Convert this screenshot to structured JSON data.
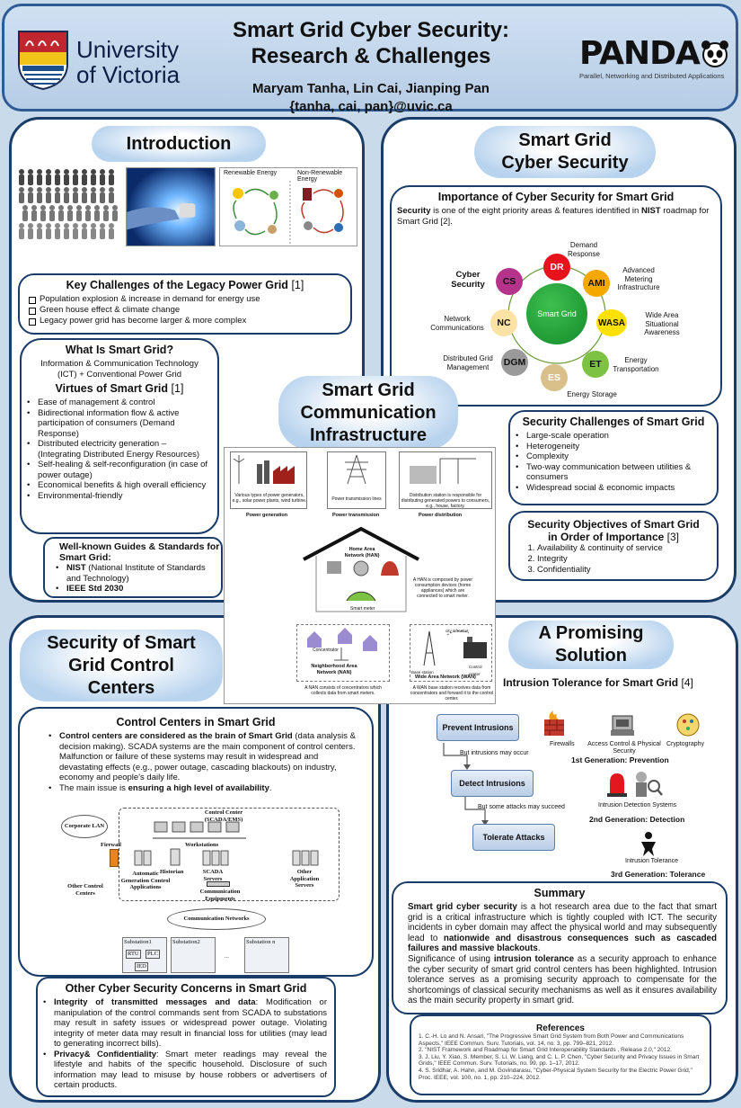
{
  "header": {
    "university": [
      "University",
      "of Victoria"
    ],
    "title_lines": [
      "Smart Grid Cyber Security:",
      "Research & Challenges"
    ],
    "authors": "Maryam Tanha, Lin Cai, Jianping Pan",
    "emails": "{tanha, cai, pan}@uvic.ca",
    "lab_logo": "PANDA",
    "lab_name": "Parallel, Networking and Distributed Applications"
  },
  "intro": {
    "title": "Introduction",
    "energy_labels": [
      "Renewable Energy",
      "Non-Renewable Energy"
    ],
    "challenges_title": "Key Challenges of the Legacy Power Grid",
    "challenges_ref": "[1]",
    "challenges": [
      "Population explosion & increase in demand for energy use",
      "Green house effect & climate change",
      "Legacy power grid has become larger & more complex"
    ],
    "what_title": "What Is Smart Grid?",
    "what_text": "Information & Communication Technology (ICT) + Conventional Power Grid",
    "virtues_title": "Virtues of Smart Grid",
    "virtues_ref": "[1]",
    "virtues": [
      "Ease of management & control",
      "Bidirectional information flow & active participation of consumers (Demand Response)",
      "Distributed electricity generation – (Integrating Distributed Energy Resources)",
      "Self-healing & self-reconfiguration (in case of power outage)",
      "Economical benefits & high overall efficiency",
      "Environmental-friendly"
    ],
    "guides_title": "Well-known Guides & Standards for Smart Grid:",
    "guides": [
      {
        "bold": "NIST",
        "text": " (National Institute of Standards and Technology)"
      },
      {
        "bold": "IEEE Std 2030",
        "text": ""
      }
    ]
  },
  "cyber": {
    "title_lines": [
      "Smart Grid",
      "Cyber Security"
    ],
    "importance_title": "Importance of Cyber Security for Smart Grid",
    "importance_text_1": "Security",
    "importance_text_2": " is one of the eight priority areas & features identified in ",
    "importance_text_3": "NIST",
    "importance_text_4": " roadmap for Smart Grid [2].",
    "center_label": "Smart Grid",
    "nodes": [
      {
        "abbr": "DR",
        "label": "Demand Response",
        "color": "#e8121c"
      },
      {
        "abbr": "AMI",
        "label": "Advanced Metering Infrastructure",
        "color": "#f5a800"
      },
      {
        "abbr": "WASA",
        "label": "Wide Area Situational Awareness",
        "color": "#ffe100"
      },
      {
        "abbr": "ET",
        "label": "Energy Transportation",
        "color": "#7dc242"
      },
      {
        "abbr": "ES",
        "label": "Energy Storage",
        "color": "#d9c08a"
      },
      {
        "abbr": "DGM",
        "label": "Distributed Grid Management",
        "color": "#9a9a9a"
      },
      {
        "abbr": "NC",
        "label": "Network Communications",
        "color": "#fde2a6"
      },
      {
        "abbr": "CS",
        "label": "Cyber Security",
        "color": "#b5338a"
      }
    ],
    "challenges_title": "Security Challenges of Smart Grid",
    "challenges": [
      "Large-scale operation",
      "Heterogeneity",
      "Complexity",
      "Two-way communication between utilities & consumers",
      "Widespread social & economic impacts"
    ],
    "objectives_title_1": "Security Objectives of Smart Grid",
    "objectives_title_2": "in Order of Importance",
    "objectives_ref": "[3]",
    "objectives": [
      "Availability & continuity of service",
      "Integrity",
      "Confidentiality"
    ]
  },
  "comm": {
    "title_lines": [
      "Smart Grid",
      "Communication",
      "Infrastructure"
    ],
    "stages": [
      "Power generation",
      "Power transmission",
      "Power distribution"
    ],
    "stage_notes": [
      "Various types of power generators, e.g., solar power plants, wind turbine.",
      "Power transmission lines",
      "Distribution station is responsible for distributing generated powers to consumers, e.g., house, factory."
    ],
    "han_title": "Home Area Network (HAN)",
    "han_note": "A HAN is composed by power consumption devices (home appliances) which are connected to smart meter.",
    "smart_meter": "Smart meter",
    "nan_title": "Neighborhood Area Network (NAN)",
    "concentrator": "Concentrator",
    "nan_note": "A NAN consists of concentrators which collects data from smart meters.",
    "wan_title": "Wide Area Network (WAN)",
    "base_station": "Base station",
    "control_center": "Control center",
    "city_infra": "city infrastrut",
    "wan_note": "A WAN base station receives data from concentrators and forward it to the control center."
  },
  "control": {
    "title_lines": [
      "Security of Smart",
      "Grid Control",
      "Centers"
    ],
    "box_title": "Control Centers in Smart Grid",
    "p1_bold": "Control centers are considered as the brain of Smart Grid",
    "p1_rest": " (data analysis & decision making). SCADA systems are the main component of control centers. Malfunction or failure of these systems may result in widespread and devastating effects (e.g., power outage, cascading blackouts) on industry, economy and people's daily life.",
    "p2_pre": "The main issue is ",
    "p2_bold": "ensuring a high level of availability",
    "p2_post": ".",
    "diag": {
      "cc": "Control Center (SCADA/EMS)",
      "corp": "Corporate LAN",
      "firewall": "Firewall",
      "ws": "Workstations",
      "agc": "Automatic Generation Control Applications",
      "hist": "Historian",
      "scada": "SCADA Servers",
      "other_app": "Other Application Servers",
      "other_cc": "Other Control Centers",
      "comm_eq": "Communication Equipments",
      "comm_net": "Communication Networks",
      "subs": [
        "Substation1",
        "Substation2",
        "...",
        "Substation n"
      ],
      "rtu": "RTU",
      "plc": "PLC",
      "ied": "IED"
    },
    "other_title": "Other Cyber Security Concerns in Smart Grid",
    "o1_bold": "Integrity of transmitted messages and data",
    "o1_rest": ": Modification or manipulation of the control commands sent from SCADA to substations may result in safety issues or widespread power outage. Violating integrity of meter data may result in financial loss for utilities (may lead to generating incorrect bills).",
    "o2_bold": "Privacy& Confidentiality",
    "o2_rest": ": Smart meter readings may reveal the lifestyle and habits of the specific household. Disclosure of such information may lead to misuse by house robbers or advertisers of certain products."
  },
  "solution": {
    "title_lines": [
      "A Promising",
      "Solution"
    ],
    "subtitle": "Intrusion Tolerance for Smart Grid",
    "subtitle_ref": "[4]",
    "steps": [
      "Prevent Intrusions",
      "Detect Intrusions",
      "Tolerate Attacks"
    ],
    "arrows": [
      "But intrusions may occur",
      "But some attacks may succeed"
    ],
    "gen1_items": [
      "Firewalls",
      "Access Control & Physical Security",
      "Cryptography"
    ],
    "gen1": "1st Generation: Prevention",
    "gen2_items": [
      "Intrusion Detection Systems"
    ],
    "gen2": "2nd Generation: Detection",
    "gen3_items": [
      "Intrusion Tolerance"
    ],
    "gen3": "3rd Generation: Tolerance",
    "summary_title": "Summary",
    "s1_bold": "Smart grid cyber security",
    "s1_a": " is a hot research area due to the fact that smart grid is a critical infrastructure which is tightly coupled with ICT. The security incidents in cyber domain may affect the physical world and may subsequently lead to ",
    "s1_bold2": "nationwide and disastrous consequences such as cascaded failures and massive blackouts",
    "s1_b": ".",
    "s2_a": "Significance of using ",
    "s2_bold": "intrusion tolerance",
    "s2_b": " as a security approach to enhance the cyber security of smart grid control centers has been highlighted. Intrusion tolerance serves as a promising security approach to compensate for the shortcomings of classical security mechanisms as well as it ensures availability as the main security property in smart grid.",
    "refs_title": "References",
    "refs": [
      "1. C.-H. Lo and N. Ansari, \"The Progressive Smart Grid System from Both Power and Communications Aspects,\" IEEE Commun. Surv. Tutorials, vol. 14, no. 3, pp. 799–821, 2012.",
      "2. \"NIST Framework and Roadmap for Smart Grid Interoperability Standards , Release 2.0,\" 2012.",
      "3. J. Liu, Y. Xiao, S. Member, S. Li, W. Liang, and C. L. P. Chen, \"Cyber Security and Privacy Issues in Smart Grids,\" IEEE Commun. Surv. Tutorials, no. 99, pp. 1–17, 2012.",
      "4. S. Sridhar, A. Hahn, and M. Govindarasu, \"Cyber-Physical System Security for the Electric Power Grid,\" Proc. IEEE, vol. 100, no. 1, pp. 210–224, 2012."
    ]
  }
}
